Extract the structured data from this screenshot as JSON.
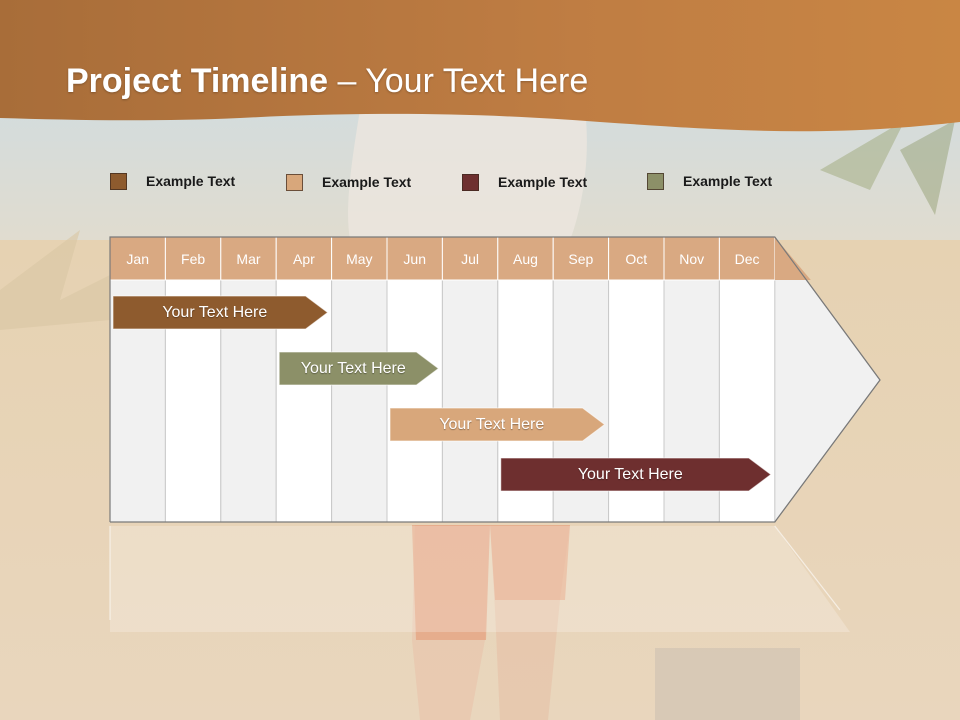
{
  "title": {
    "bold": "Project Timeline",
    "rest": " – Your Text Here"
  },
  "colors": {
    "header_band": "#b8763a",
    "brown": "#8e5b2e",
    "tan": "#d8a77b",
    "maroon": "#6e2f2f",
    "olive": "#8c9068",
    "month_header": "#d9a982",
    "column_light": "#f1f1f1",
    "column_white": "#ffffff"
  },
  "legend": [
    {
      "label": "Example Text",
      "color": "#8e5b2e"
    },
    {
      "label": "Example Text",
      "color": "#d8a77b"
    },
    {
      "label": "Example Text",
      "color": "#6e2f2f"
    },
    {
      "label": "Example Text",
      "color": "#8c9068"
    }
  ],
  "months": [
    "Jan",
    "Feb",
    "Mar",
    "Apr",
    "May",
    "Jun",
    "Jul",
    "Aug",
    "Sep",
    "Oct",
    "Nov",
    "Dec"
  ],
  "bars": [
    {
      "label": "Your  Text Here",
      "color": "#8e5b2e",
      "start_month": 1.0,
      "end_month": 4.0
    },
    {
      "label": "Your  Text Here",
      "color": "#8c9068",
      "start_month": 4.0,
      "end_month": 6.0
    },
    {
      "label": "Your  Text Here",
      "color": "#d8a77b",
      "start_month": 6.0,
      "end_month": 9.0
    },
    {
      "label": "Your  Text Here",
      "color": "#6e2f2f",
      "start_month": 8.0,
      "end_month": 12.0
    }
  ]
}
